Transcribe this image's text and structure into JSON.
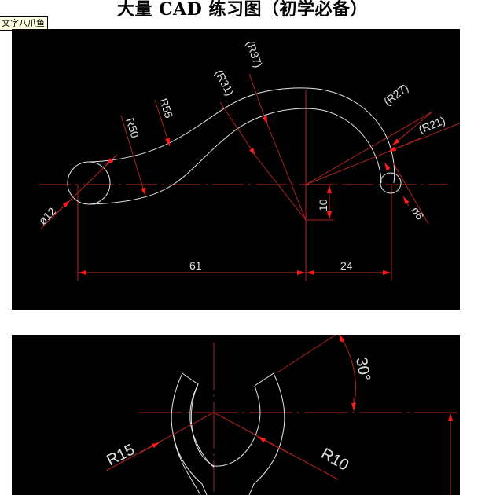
{
  "page": {
    "title": "大量 CAD 练习图（初学必备）",
    "tooltip": "文字八爪鱼"
  },
  "colors": {
    "background": "#000000",
    "outline": "#e6e6e6",
    "dimension": "#b22222",
    "arrow": "#ff1a1a"
  },
  "drawing1": {
    "dimensions": {
      "d12": "ø12",
      "r50": "R50",
      "r55": "R55",
      "r31": "(R31)",
      "r37": "(R37)",
      "r27": "(R27)",
      "r21": "(R21)",
      "d6": "ø6",
      "v10": "10",
      "h61": "61",
      "h24": "24"
    }
  },
  "drawing2": {
    "dimensions": {
      "r15": "R15",
      "r10": "R10",
      "a30": "30°"
    }
  }
}
